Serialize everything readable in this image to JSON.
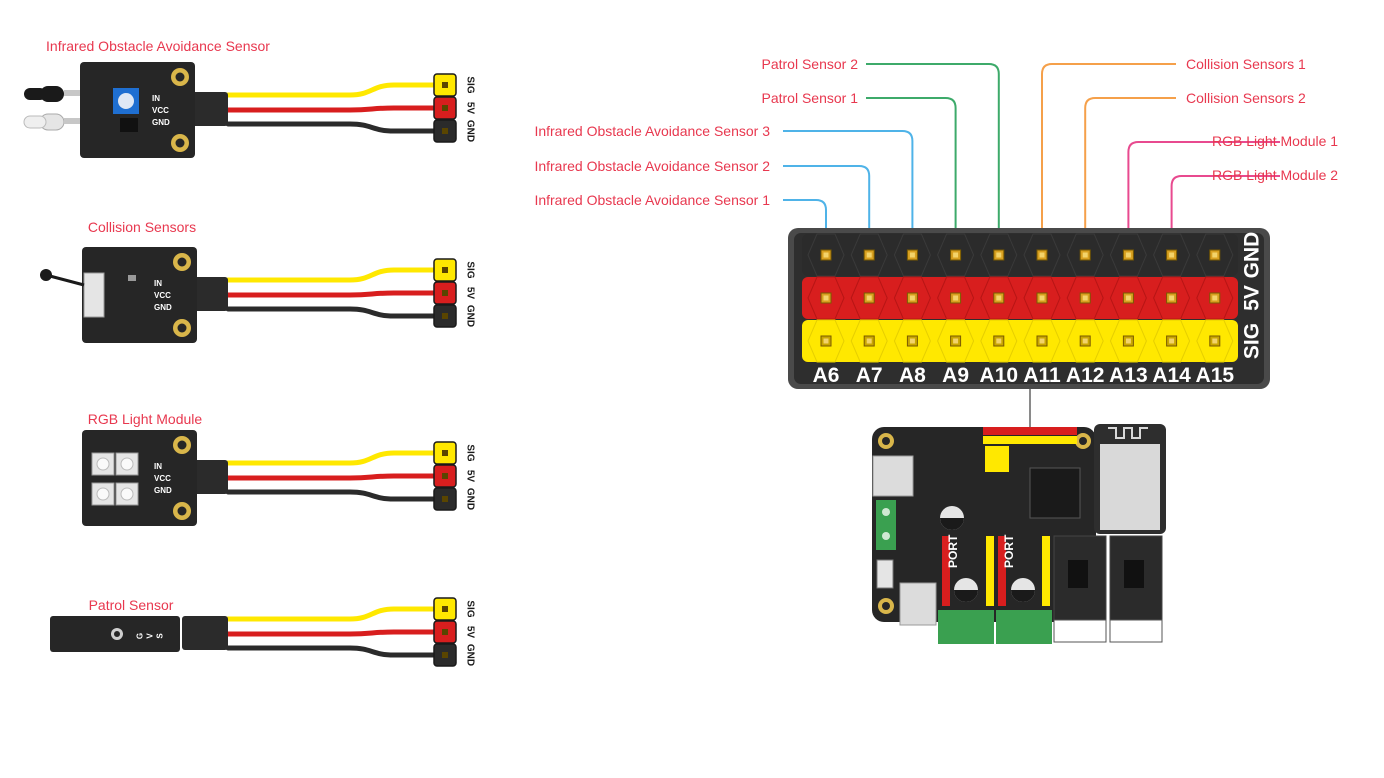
{
  "modules": [
    {
      "id": "infrared",
      "title": "Infrared Obstacle Avoidance Sensor",
      "pins": [
        "IN",
        "VCC",
        "GND"
      ]
    },
    {
      "id": "collision",
      "title": "Collision Sensors",
      "pins": [
        "IN",
        "VCC",
        "GND"
      ]
    },
    {
      "id": "rgb",
      "title": "RGB Light Module",
      "pins": [
        "IN",
        "VCC",
        "GND"
      ]
    },
    {
      "id": "patrol",
      "title": "Patrol Sensor",
      "pins": [
        "G",
        "V",
        "S"
      ]
    }
  ],
  "connector_labels": [
    "SIG",
    "5V",
    "GND"
  ],
  "header": {
    "columns": [
      "A6",
      "A7",
      "A8",
      "A9",
      "A10",
      "A11",
      "A12",
      "A13",
      "A14",
      "A15"
    ],
    "row_labels": [
      "GND",
      "5V",
      "SIG"
    ]
  },
  "callouts": [
    {
      "text": "Patrol Sensor 2",
      "side": "left",
      "column": "A10",
      "color": "#3daa6a"
    },
    {
      "text": "Patrol Sensor 1",
      "side": "left",
      "column": "A9",
      "color": "#3daa6a"
    },
    {
      "text": "Infrared Obstacle Avoidance Sensor 3",
      "side": "left",
      "column": "A8",
      "color": "#4fb3e8"
    },
    {
      "text": "Infrared Obstacle Avoidance Sensor 2",
      "side": "left",
      "column": "A7",
      "color": "#4fb3e8"
    },
    {
      "text": "Infrared Obstacle Avoidance Sensor 1",
      "side": "left",
      "column": "A6",
      "color": "#4fb3e8"
    },
    {
      "text": "Collision Sensors 1",
      "side": "right",
      "column": "A11",
      "color": "#f5a04a"
    },
    {
      "text": "Collision Sensors 2",
      "side": "right",
      "column": "A12",
      "color": "#f5a04a"
    },
    {
      "text": "RGB Light Module 1",
      "side": "right",
      "column": "A13",
      "color": "#e84a8f"
    },
    {
      "text": "RGB Light Module 2",
      "side": "right",
      "column": "A14",
      "color": "#e84a8f"
    }
  ],
  "colors": {
    "sig": "#ffe800",
    "vcc": "#d81e1e",
    "gnd": "#2b2b2b",
    "board": "#262626",
    "label": "#e8384f"
  },
  "board": {
    "port_labels": [
      "PORT",
      "PORT"
    ]
  }
}
